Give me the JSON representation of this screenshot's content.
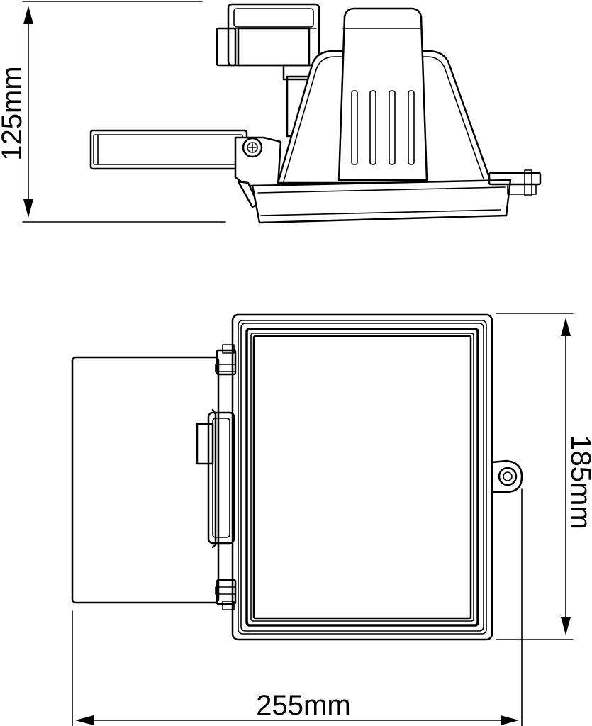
{
  "dimensions": {
    "height_side": "125mm",
    "height_front": "185mm",
    "width_front": "255mm"
  },
  "colors": {
    "line": "#000000",
    "background": "#ffffff"
  }
}
